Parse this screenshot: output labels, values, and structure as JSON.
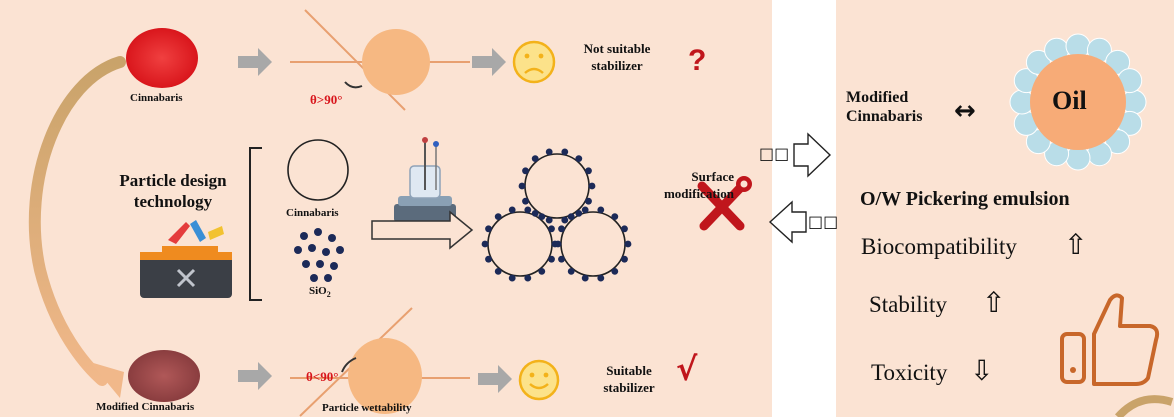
{
  "colors": {
    "panel_bg": "#fbe3d3",
    "arrow_gray": "#a8a8a8",
    "particle_orange": "#f6b882",
    "cinnabar_red": "#e0262a",
    "modified_red": "#9c4a4a",
    "accent_red": "#c0161c",
    "silica_blue": "#1c2a58",
    "shell_blue": "#b9dde8",
    "oil_orange": "#f7ab77",
    "thumb_orange": "#c8672a"
  },
  "left": {
    "top_row": {
      "powder_label": "Cinnabaris",
      "angle_label": "θ>90°",
      "result_label_line1": "Not suitable",
      "result_label_line2": "stabilizer",
      "result_mark": "?"
    },
    "middle_row": {
      "title_line1": "Particle design",
      "title_line2": "technology",
      "cinnabaris_label": "Cinnabaris",
      "sio2_label_main": "SiO",
      "sio2_label_sub": "2",
      "surface_label_line1": "Surface",
      "surface_label_line2": "modification"
    },
    "bottom_row": {
      "powder_label": "Modified Cinnabaris",
      "angle_label": "θ<90°",
      "wettability_label": "Particle wettability",
      "result_label_line1": "Suitable",
      "result_label_line2": "stabilizer",
      "result_mark": "√"
    }
  },
  "center": {
    "right_arrow_text": "□□",
    "left_arrow_text": "□□"
  },
  "right": {
    "modified_line1": "Modified",
    "modified_line2": "Cinnabaris",
    "double_arrow": "↔",
    "oil_label": "Oil",
    "emulsion_title": "O/W Pickering emulsion",
    "biocompat_label": "Biocompatibility",
    "stability_label": "Stability",
    "toxicity_label": "Toxicity",
    "up_arrow": "⇧",
    "down_arrow": "⇩"
  }
}
